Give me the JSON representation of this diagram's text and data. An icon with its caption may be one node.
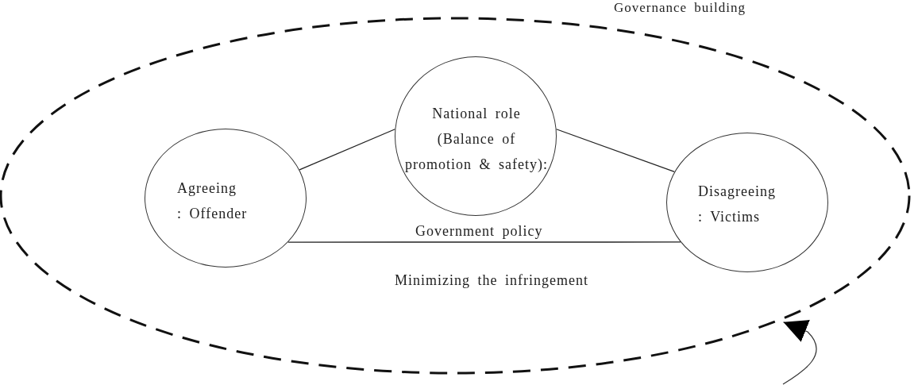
{
  "diagram": {
    "nodes": [
      {
        "text": [
          "Governance building"
        ]
      },
      {
        "text": [
          "National role",
          "(Balance of promotion & safety):"
        ],
        "in": 0
      },
      {
        "text": [
          "Agreeing",
          ": Offender"
        ],
        "in": 0
      },
      {
        "text": [
          "Disagreeing",
          ": Victims"
        ],
        "in": 0
      }
    ],
    "edges": [
      {
        "from": 2,
        "to": 1,
        "arrow": "none"
      },
      {
        "from": 1,
        "to": 3,
        "arrow": "none"
      },
      {
        "from": 2,
        "to": 3,
        "arrow": "none",
        "label": "Government policy"
      },
      {
        "from": null,
        "to": 0,
        "arrow": "to"
      }
    ],
    "labels": [
      "Minimizing the infringement"
    ]
  }
}
